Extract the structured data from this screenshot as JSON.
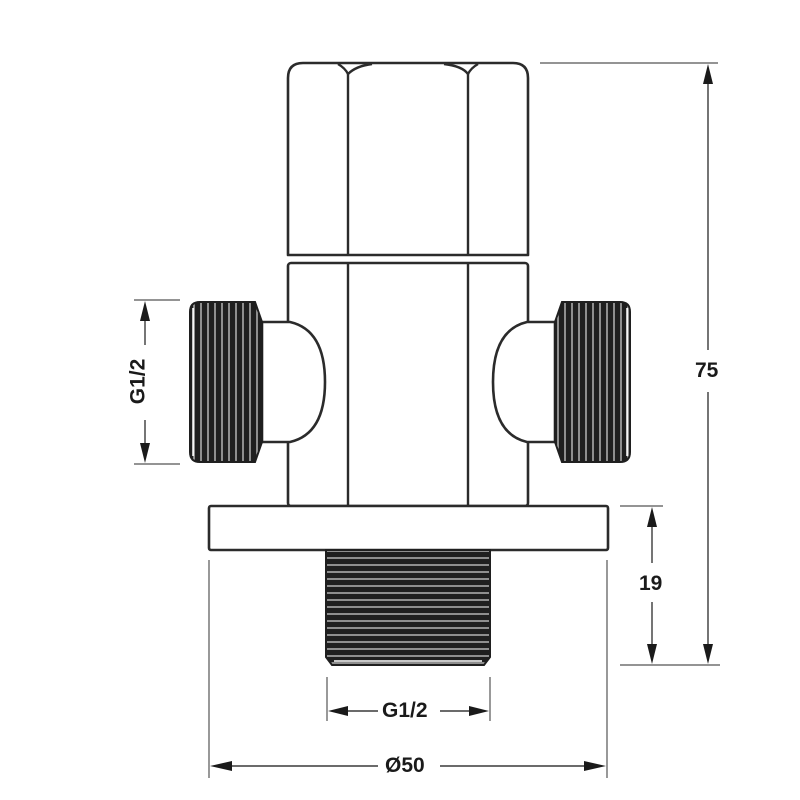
{
  "drawing": {
    "title": "Angle valve technical drawing",
    "line_color": "#2b2b2b",
    "thread_color": "#1f1f1f"
  },
  "dimensions": {
    "height_total": "75",
    "base_height": "19",
    "side_outlet_thread": "G1/2",
    "bottom_thread": "G1/2",
    "base_diameter": "Ø50"
  }
}
